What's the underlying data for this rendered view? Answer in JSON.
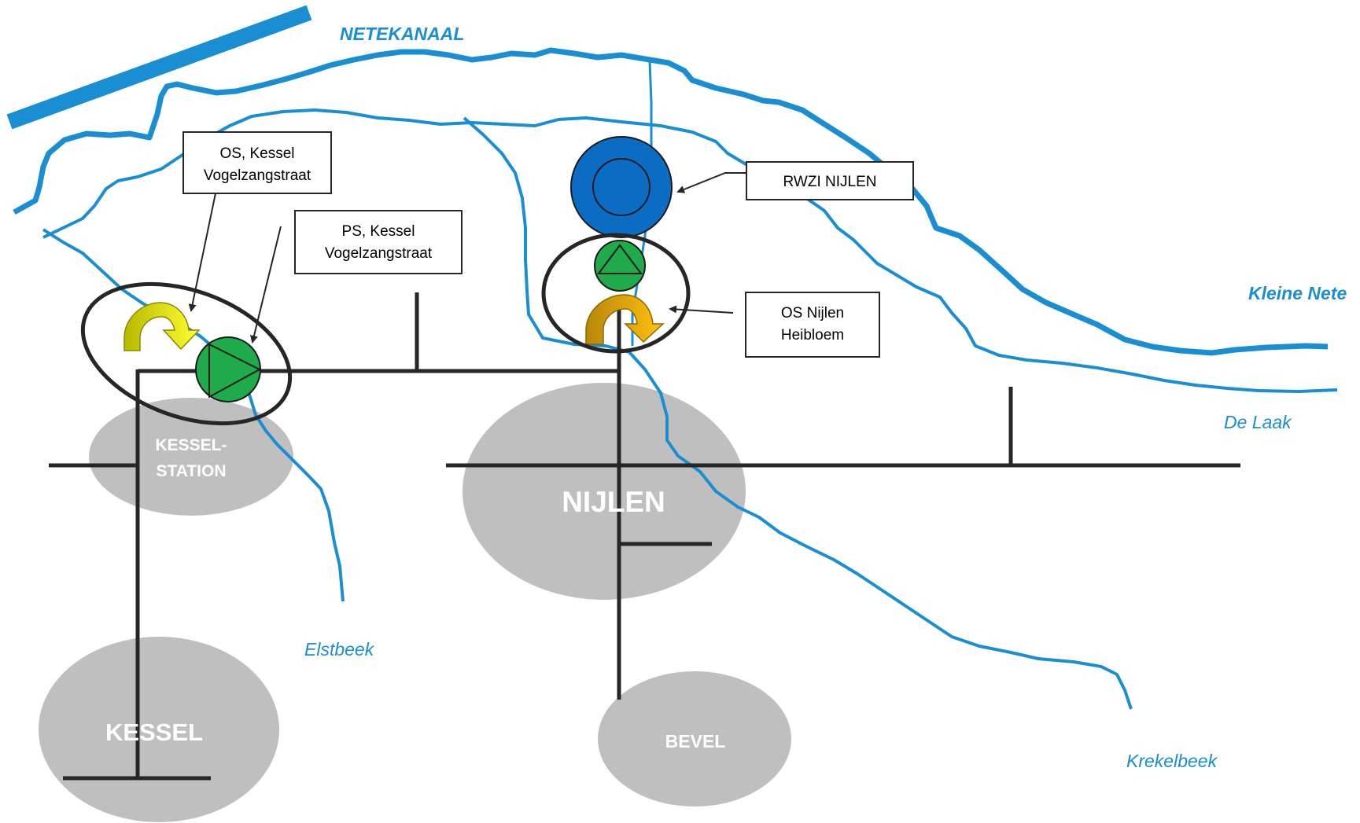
{
  "rivers": {
    "netekanaal": "NETEKANAAL",
    "kleine_nete": "Kleine Nete",
    "de_laak": "De Laak",
    "elstbeek": "Elstbeek",
    "krekelbeek": "Krekelbeek"
  },
  "towns": {
    "kessel_station_line1": "KESSEL-",
    "kessel_station_line2": "STATION",
    "nijlen": "NIJLEN",
    "kessel": "KESSEL",
    "bevel": "BEVEL"
  },
  "callouts": {
    "os_kessel_line1": "OS,  Kessel",
    "os_kessel_line2": "Vogelzangstraat",
    "ps_kessel_line1": "PS, Kessel",
    "ps_kessel_line2": "Vogelzangstraat",
    "rwzi_nijlen": "RWZI NIJLEN",
    "os_nijlen_line1": "OS Nijlen",
    "os_nijlen_line2": "Heibloem"
  },
  "colors": {
    "river": "#1a8ed2",
    "town": "#bfbfbf",
    "sewer": "#262626",
    "pump_green": "#1faa4b",
    "rwzi_blue": "#0b6cc4",
    "overflow_yellow": "#f2f20a",
    "overflow_orange": "#f5b800"
  },
  "icons": {
    "pumping_station": "pump-triangle-icon",
    "treatment_plant": "rwzi-circle-icon",
    "overflow": "curved-arrow-icon"
  }
}
